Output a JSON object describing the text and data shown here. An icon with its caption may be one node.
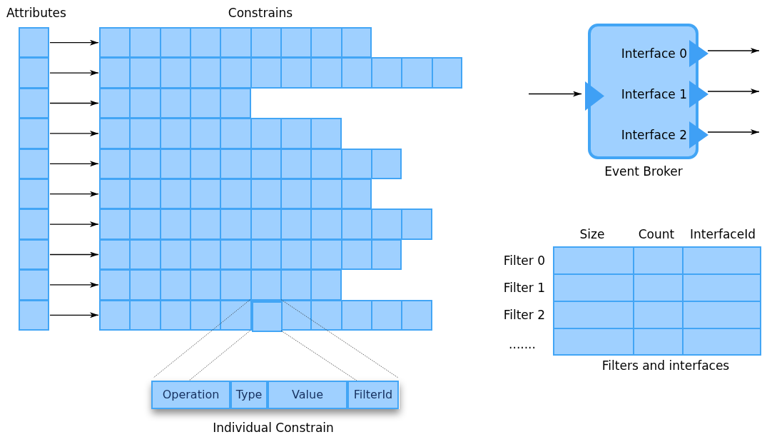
{
  "diagram": {
    "nodes": [
      {
        "text": [],
        "shape": "box"
      },
      {
        "text": [],
        "shape": "box"
      },
      {
        "text": [],
        "shape": "box"
      },
      {
        "text": [],
        "shape": "box"
      },
      {
        "text": [],
        "shape": "box"
      },
      {
        "text": [],
        "shape": "box"
      },
      {
        "text": [],
        "shape": "box"
      },
      {
        "text": [],
        "shape": "box"
      },
      {
        "text": [],
        "shape": "box"
      },
      {
        "text": [],
        "shape": "box"
      },
      {
        "text": [],
        "shape": "bar"
      },
      {
        "text": [],
        "shape": "bar"
      },
      {
        "text": [],
        "shape": "bar"
      },
      {
        "text": [],
        "shape": "bar"
      },
      {
        "text": [],
        "shape": "bar"
      },
      {
        "text": [],
        "shape": "bar"
      },
      {
        "text": [],
        "shape": "bar"
      },
      {
        "text": [],
        "shape": "bar"
      },
      {
        "text": [],
        "shape": "bar"
      },
      {
        "text": [],
        "shape": "bar"
      },
      {
        "text": [],
        "shape": "box",
        "in": 19
      },
      {
        "text": [],
        "shape": "box",
        "beside": [
          "Individual Constrain"
        ]
      },
      {
        "text": [
          "Operation"
        ],
        "in": 21
      },
      {
        "text": [
          "Type"
        ],
        "in": 21
      },
      {
        "text": [
          "Value"
        ],
        "in": 21
      },
      {
        "text": [
          "FilterId"
        ],
        "in": 21
      },
      {
        "text": [],
        "shape": "box",
        "beside": [
          "Event Broker"
        ]
      },
      {
        "text": [],
        "shape": "triangle",
        "in": 26
      },
      {
        "text": [
          "Interface 0"
        ],
        "in": 26
      },
      {
        "text": [
          "Interface 1"
        ],
        "in": 26
      },
      {
        "text": [
          "Interface 2"
        ],
        "in": 26
      }
    ],
    "edges": [
      {
        "from": 0,
        "to": 10,
        "arrow": "to"
      },
      {
        "from": 1,
        "to": 11,
        "arrow": "to"
      },
      {
        "from": 2,
        "to": 12,
        "arrow": "to"
      },
      {
        "from": 3,
        "to": 13,
        "arrow": "to"
      },
      {
        "from": 4,
        "to": 14,
        "arrow": "to"
      },
      {
        "from": 5,
        "to": 15,
        "arrow": "to"
      },
      {
        "from": 6,
        "to": 16,
        "arrow": "to"
      },
      {
        "from": 7,
        "to": 17,
        "arrow": "to"
      },
      {
        "from": 8,
        "to": 18,
        "arrow": "to"
      },
      {
        "from": 9,
        "to": 19,
        "arrow": "to"
      },
      {
        "from": 20,
        "to": 21,
        "arrow": "none",
        "style": "dashed"
      },
      {
        "from": 20,
        "to": 21,
        "arrow": "none",
        "style": "dashed"
      },
      {
        "from": 20,
        "to": 21,
        "arrow": "none",
        "style": "dashed"
      },
      {
        "from": 20,
        "to": 21,
        "arrow": "none",
        "style": "dashed"
      },
      {
        "from": null,
        "to": 27,
        "arrow": "to"
      },
      {
        "from": 28,
        "to": null,
        "arrow": "to"
      },
      {
        "from": 29,
        "to": null,
        "arrow": "to"
      },
      {
        "from": 30,
        "to": null,
        "arrow": "to"
      }
    ],
    "labels": [
      "Attributes",
      "Constrains",
      "Size",
      "Count",
      "InterfaceId",
      "Filter 0",
      "Filter 1",
      "Filter 2",
      ".......",
      "Filters and interfaces"
    ]
  }
}
